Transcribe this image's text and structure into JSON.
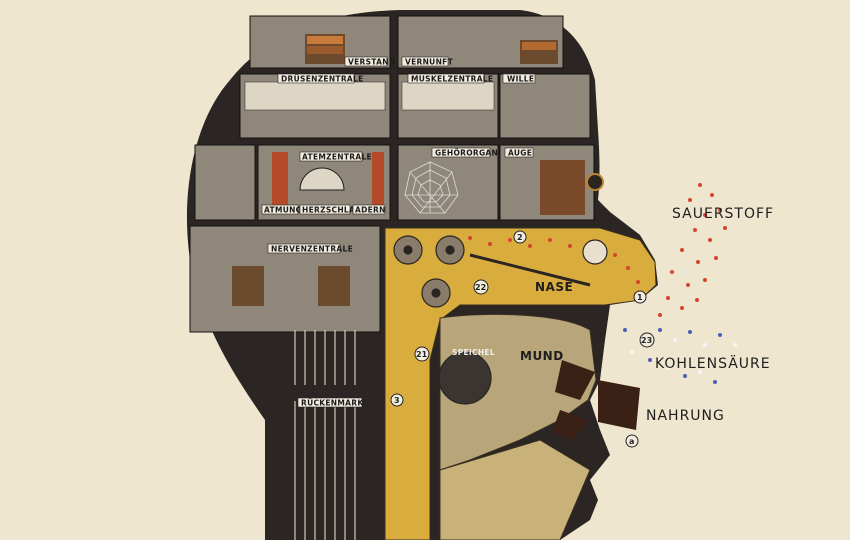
{
  "labels": {
    "verstand": "VERSTAND",
    "vernunft": "VERNUNFT",
    "druesenzentrale": "DRÜSENZENTRALE",
    "muskelzentrale": "MUSKELZENTRALE",
    "wille": "WILLE",
    "atemzentrale": "ATEMZENTRALE",
    "gehoerorgan": "GEHÖRORGAN",
    "auge": "AUGE",
    "atmung": "ATMUNG",
    "herzschlag": "HERZSCHLAG",
    "adern": "ADERN",
    "nervenzentrale": "NERVENZENTRALE",
    "rueckenmark": "RÜCKENMARK",
    "nase": "NASE",
    "mund": "MUND",
    "speichel": "SPEICHEL",
    "sauerstoff": "SAUERSTOFF",
    "kohlensaeure": "KOHLENSÄURE",
    "nahrung": "NAHRUNG"
  },
  "markers": {
    "n1": "1",
    "n2": "2",
    "n3": "3",
    "n21": "21",
    "n22": "22",
    "n23": "23",
    "a": "a"
  },
  "colors": {
    "background": "#efe6cf",
    "head_dark": "#2b2624",
    "mustard": "#d9ac3e",
    "oxygen_dots": "#d8452e",
    "co2_dots": "#4a5fb8"
  }
}
